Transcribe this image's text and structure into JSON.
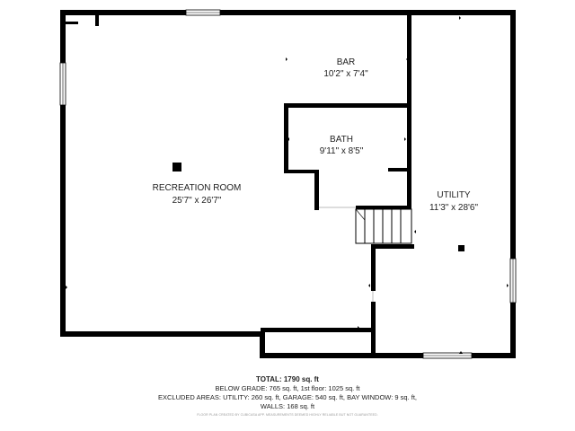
{
  "rooms": {
    "bar": {
      "name": "BAR",
      "dims": "10'2\" x 7'4\""
    },
    "bath": {
      "name": "BATH",
      "dims": "9'11\" x 8'5\""
    },
    "recreation": {
      "name": "RECREATION ROOM",
      "dims": "25'7\" x 26'7\""
    },
    "utility": {
      "name": "UTILITY",
      "dims": "11'3\" x 28'6\""
    }
  },
  "summary": {
    "total_label": "TOTAL:",
    "total_value": "1790 sq. ft",
    "below_grade": "BELOW GRADE: 765 sq. ft, 1st floor: 1025 sq. ft",
    "excluded": "EXCLUDED AREAS: UTILITY: 260 sq. ft, GARAGE: 540 sq. ft, BAY WINDOW: 9 sq. ft,",
    "walls": "WALLS: 168 sq. ft",
    "fineprint": "FLOOR PLAN CREATED BY CUBICASA APP. MEASUREMENTS DEEMED HIGHLY RELIABLE BUT NOT GUARANTEED."
  },
  "colors": {
    "wall": "#000000",
    "window": "#ffffff",
    "background": "#ffffff",
    "text": "#222222"
  }
}
